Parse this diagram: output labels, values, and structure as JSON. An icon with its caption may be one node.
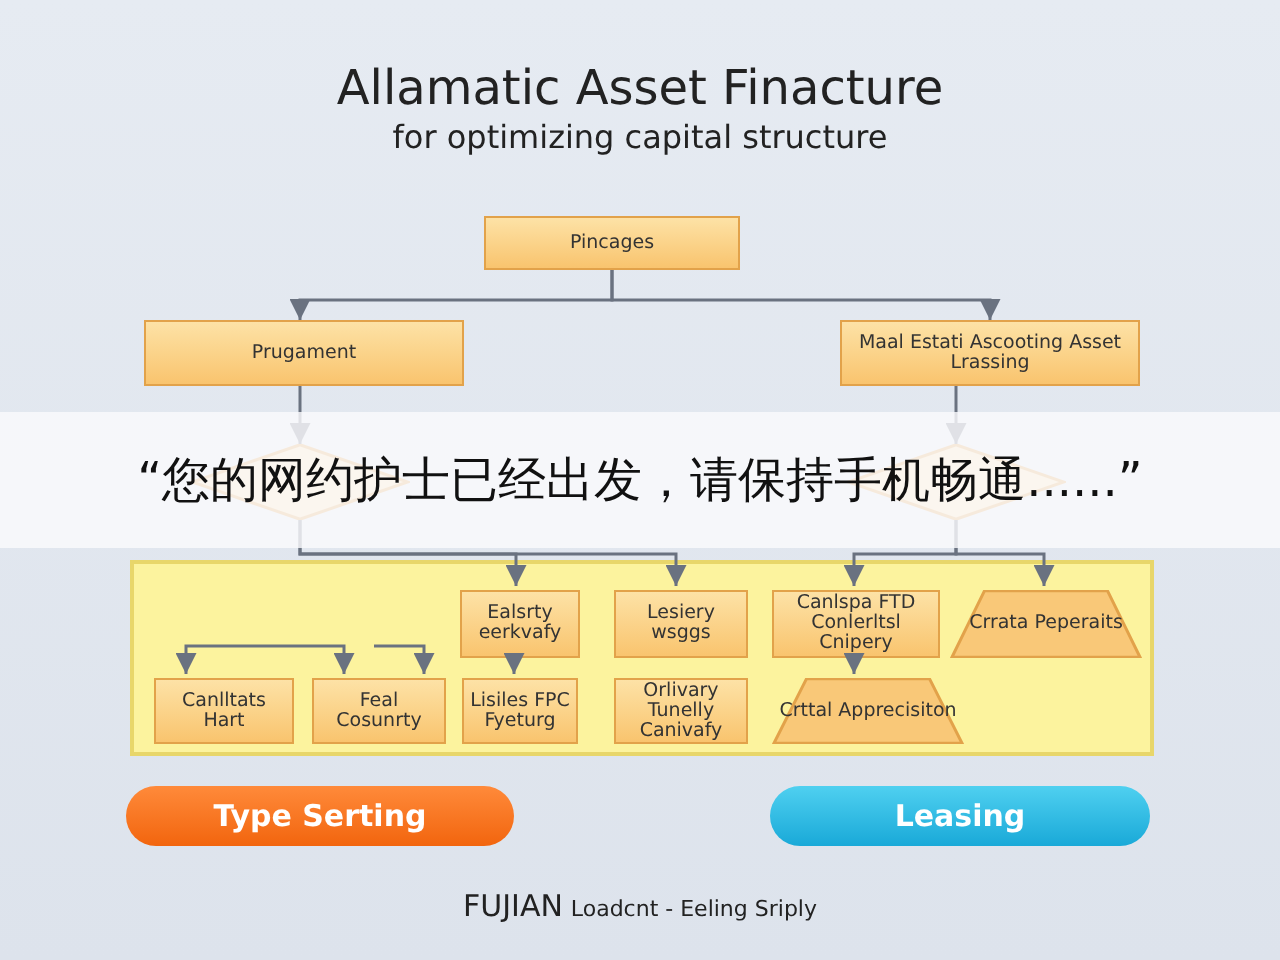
{
  "diagram": {
    "title": "Allamatic Asset Finacture",
    "caption": "for optimizing capital structure",
    "nodes": [
      {
        "text": [
          "Pincages"
        ]
      },
      {
        "text": [
          "Prugament"
        ]
      },
      {
        "text": [
          "Maal Estati Ascooting Asset Lrassing"
        ]
      },
      {
        "text": [],
        "shape": "diamond"
      },
      {
        "text": [],
        "shape": "diamond"
      },
      {
        "text": [],
        "shape": "box"
      },
      {
        "text": [
          "Ealsrty eerkvafy"
        ],
        "in": 5
      },
      {
        "text": [
          "Lesiery wsggs"
        ],
        "in": 5
      },
      {
        "text": [
          "Canlspa FTD Conlerltsl Cnipery"
        ],
        "in": 5
      },
      {
        "text": [
          "Crrata Peperaits"
        ],
        "in": 5
      },
      {
        "text": [
          "Canlltats Hart"
        ],
        "in": 5
      },
      {
        "text": [
          "Feal Cosunrty"
        ],
        "in": 5
      },
      {
        "text": [
          "Lisiles FPC Fyeturg"
        ],
        "in": 5
      },
      {
        "text": [
          "Orlivary Tunelly Canivafy"
        ],
        "in": 5
      },
      {
        "text": [
          "Crttal Apprecisiton"
        ],
        "in": 5
      },
      {
        "text": [
          "Type Serting"
        ]
      },
      {
        "text": [
          "Leasing"
        ]
      }
    ],
    "edges": [
      {
        "from": 0,
        "to": 1,
        "arrow": "to"
      },
      {
        "from": 0,
        "to": 2,
        "arrow": "to"
      },
      {
        "from": 1,
        "to": 3,
        "arrow": "to"
      },
      {
        "from": 2,
        "to": 4,
        "arrow": "to"
      },
      {
        "from": 3,
        "to": 6,
        "arrow": "to"
      },
      {
        "from": 3,
        "to": 7,
        "arrow": "to"
      },
      {
        "from": 4,
        "to": 8,
        "arrow": "to"
      },
      {
        "from": 4,
        "to": 9,
        "arrow": "to"
      },
      {
        "from": null,
        "to": 10,
        "arrow": "to"
      },
      {
        "from": null,
        "to": 11,
        "arrow": "to"
      },
      {
        "from": null,
        "to": 11,
        "arrow": "to"
      },
      {
        "from": 6,
        "to": 12,
        "arrow": "to"
      },
      {
        "from": 8,
        "to": 14,
        "arrow": "to"
      }
    ],
    "labels": [
      "“您的网约护士已经出发，请保持手机畅通......”",
      "FUJIAN",
      "Loadcnt - Eeling Sriply"
    ]
  }
}
